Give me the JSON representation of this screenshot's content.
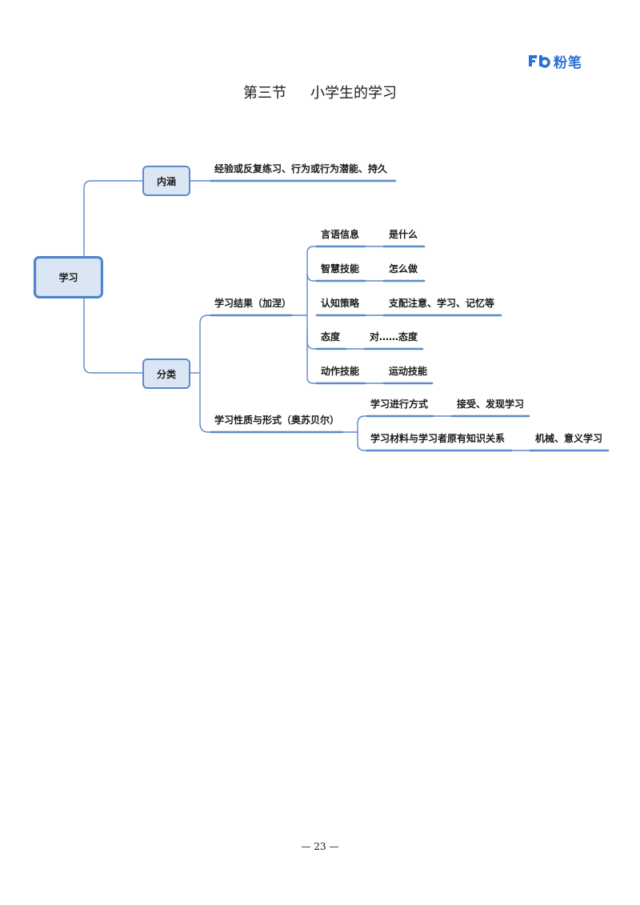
{
  "header": {
    "logo_text": "粉笔",
    "brand_color": "#2a6fd6"
  },
  "title": {
    "section": "第三节",
    "name": "小学生的学习"
  },
  "mindmap": {
    "root": "学习",
    "neihan": {
      "label": "内涵",
      "detail": "经验或反复练习、行为或行为潜能、持久"
    },
    "fenlei": {
      "label": "分类",
      "result": {
        "label": "学习结果（加涅）",
        "items": [
          {
            "name": "言语信息",
            "desc": "是什么"
          },
          {
            "name": "智慧技能",
            "desc": "怎么做"
          },
          {
            "name": "认知策略",
            "desc": "支配注意、学习、记忆等"
          },
          {
            "name": "态度",
            "desc": "对……态度"
          },
          {
            "name": "动作技能",
            "desc": "运动技能"
          }
        ]
      },
      "nature": {
        "label": "学习性质与形式（奥苏贝尔）",
        "items": [
          {
            "name": "学习进行方式",
            "desc": "接受、发现学习"
          },
          {
            "name": "学习材料与学习者原有知识关系",
            "desc": "机械、意义学习"
          }
        ]
      }
    },
    "line_color": "#5b8ac9"
  },
  "footer": {
    "page": "— 23 —"
  }
}
